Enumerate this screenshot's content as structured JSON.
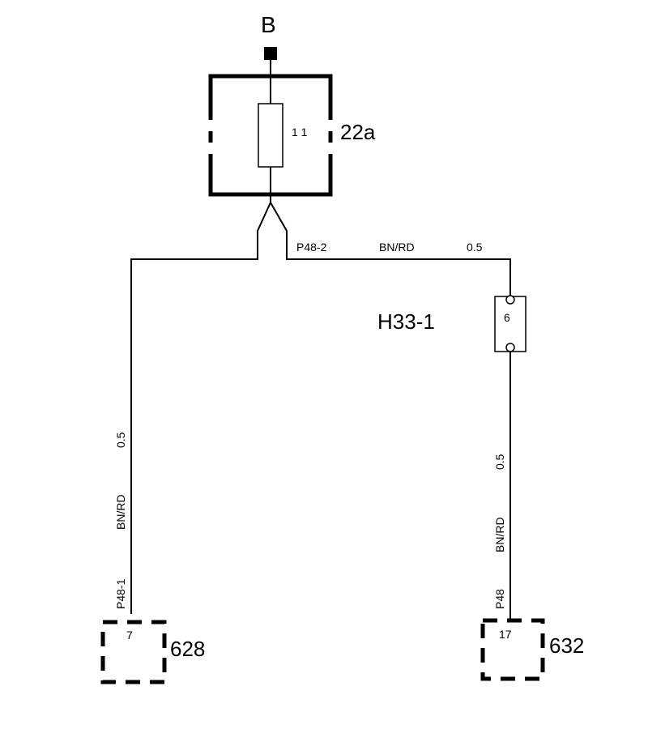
{
  "supply": {
    "label": "B"
  },
  "fuse_box": {
    "id": "22a",
    "fuse_number": "1 1"
  },
  "connector": {
    "id": "H33-1",
    "pin": "6"
  },
  "wires": {
    "top": {
      "pin": "P48-2",
      "color": "BN/RD",
      "size": "0.5"
    },
    "left": {
      "size": "0.5",
      "color": "BN/RD",
      "pin": "P48-1"
    },
    "right": {
      "size": "0.5",
      "color": "BN/RD",
      "pin": "P48"
    }
  },
  "components": {
    "left": {
      "id": "628",
      "pin": "7"
    },
    "right": {
      "id": "632",
      "pin": "17"
    }
  }
}
